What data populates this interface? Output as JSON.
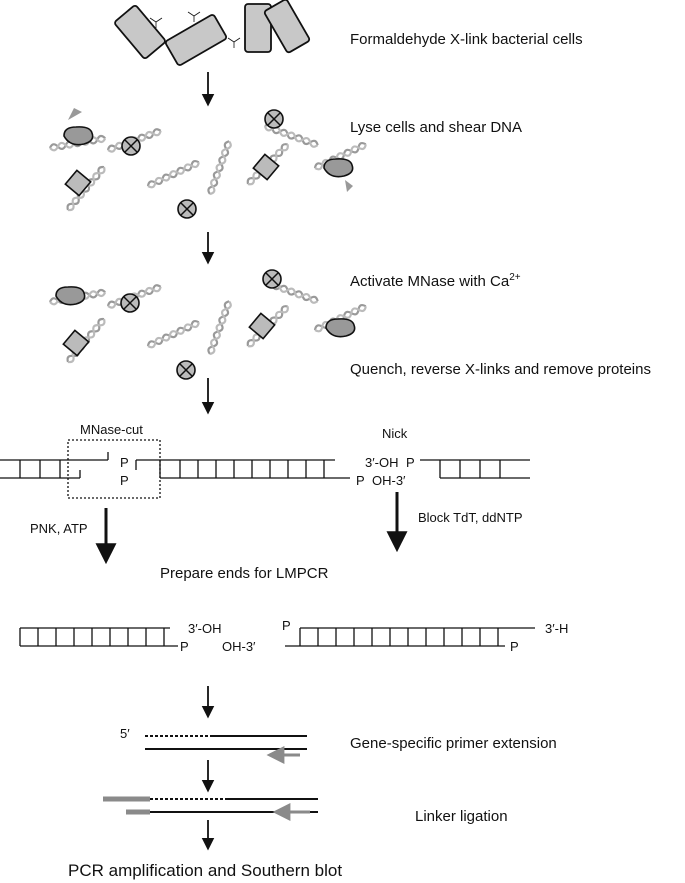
{
  "steps": {
    "crosslink": "Formaldehyde X-link bacterial cells",
    "lyse": "Lyse cells and shear DNA",
    "activate": "Activate MNase with Ca",
    "activate_sup": "2+",
    "quench": "Quench, reverse X-links and remove proteins",
    "prepare": "Prepare ends for LMPCR",
    "primer": "Gene-specific primer extension",
    "ligation": "Linker ligation",
    "final": "PCR amplification and Southern blot"
  },
  "labels": {
    "mnase_cut": "MNase-cut",
    "nick": "Nick",
    "pnk": "PNK, ATP",
    "block": "Block TdT, ddNTP",
    "p": "P",
    "oh3_top": "3′-OH",
    "oh3_bottom": "OH-3′",
    "h3": "3′-H",
    "five_prime": "5′"
  },
  "colors": {
    "line": "#111111",
    "gray": "#8a8a8a",
    "light": "#cfcfcf"
  }
}
